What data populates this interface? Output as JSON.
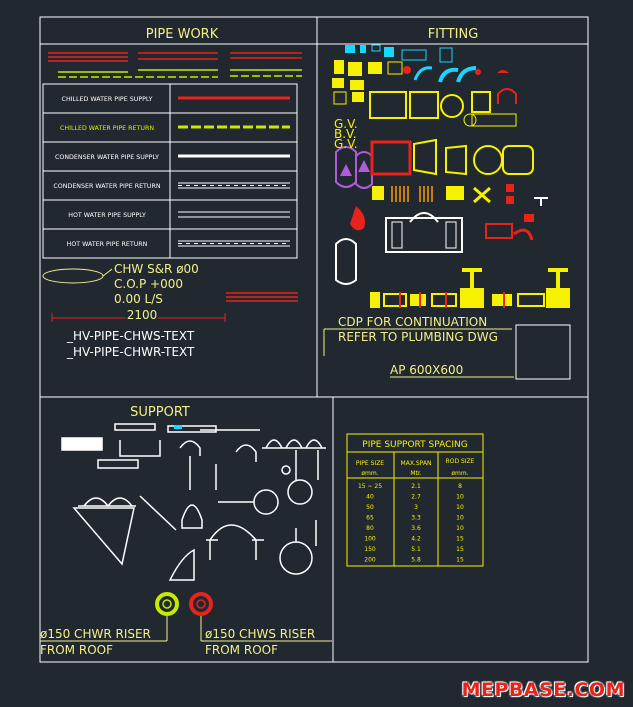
{
  "panels": {
    "pipe_work_title": "PIPE WORK",
    "fitting_title": "FITTING",
    "support_title": "SUPPORT"
  },
  "legend": [
    {
      "label": "CHILLED WATER PIPE SUPPLY",
      "label_color": "#ffffff",
      "line_color": "#e8231a",
      "style": "solid"
    },
    {
      "label": "CHILLED WATER PIPE RETURN",
      "label_color": "#d8f000",
      "line_color": "#c6ea00",
      "style": "dashed"
    },
    {
      "label": "CONDENSER WATER PIPE SUPPLY",
      "label_color": "#ffffff",
      "line_color": "#ffffff",
      "style": "solid"
    },
    {
      "label": "CONDENSER WATER PIPE RETURN",
      "label_color": "#ffffff",
      "line_color": "#ffffff",
      "style": "double-dash"
    },
    {
      "label": "HOT WATER PIPE SUPPLY",
      "label_color": "#ffffff",
      "line_color": "#ffffff",
      "style": "double"
    },
    {
      "label": "HOT WATER PIPE RETURN",
      "label_color": "#ffffff",
      "line_color": "#ffffff",
      "style": "double-dash"
    }
  ],
  "pipe_tag": {
    "line1": "CHW S&R ø00",
    "line2": "C.O.P +000",
    "line3": "0.00 L/S",
    "line4": "2100"
  },
  "hv_texts": [
    "_HV-PIPE-CHWS-TEXT",
    "_HV-PIPE-CHWR-TEXT"
  ],
  "valve_labels": [
    "G.V.",
    "B.V.",
    "G.V."
  ],
  "notes": {
    "cdp": "CDP FOR CONTINUATION",
    "refer": "REFER TO PLUMBING DWG",
    "ap": "AP 600X600"
  },
  "riser": {
    "chwr_line1": "ø150 CHWR RISER",
    "chwr_line2": "FROM ROOF",
    "chws_line1": "ø150 CHWS RISER",
    "chws_line2": "FROM ROOF"
  },
  "spacing_table": {
    "title": "PIPE SUPPORT SPACING",
    "headers": [
      [
        "PIPE SIZE",
        "ømm."
      ],
      [
        "MAX.SPAN",
        "Mtr."
      ],
      [
        "ROD SIZE",
        "ømm."
      ]
    ],
    "rows": [
      [
        "15 ~ 25",
        "2.1",
        "8"
      ],
      [
        "40",
        "2.7",
        "10"
      ],
      [
        "50",
        "3",
        "10"
      ],
      [
        "65",
        "3.3",
        "10"
      ],
      [
        "80",
        "3.6",
        "10"
      ],
      [
        "100",
        "4.2",
        "15"
      ],
      [
        "150",
        "5.1",
        "15"
      ],
      [
        "200",
        "5.8",
        "15"
      ]
    ]
  },
  "colors": {
    "background": "#212830",
    "frame": "#ffffff",
    "title_yellow": "#f3f089",
    "table_yellow": "#f6f100",
    "red": "#e8231a",
    "green": "#c6ea00",
    "cyan": "#18d6ff",
    "magenta": "#b05cd8"
  },
  "brand": "MEPBASE.COM"
}
